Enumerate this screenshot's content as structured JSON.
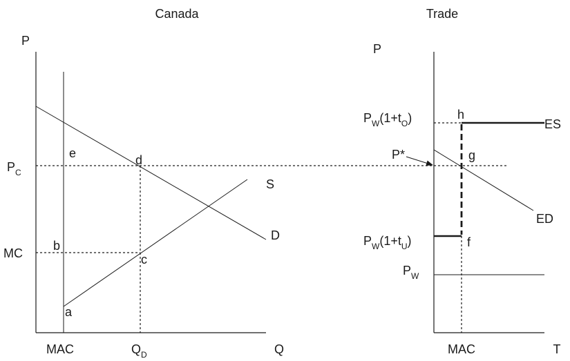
{
  "left_panel": {
    "title": "Canada",
    "y_axis": "P",
    "x_axis": "Q",
    "price_labels": {
      "pc_main": "P",
      "pc_sub": "C",
      "mc": "MC"
    },
    "qty_labels": {
      "mac": "MAC",
      "qd_main": "Q",
      "qd_sub": "D"
    },
    "curve_labels": {
      "supply": "S",
      "demand": "D"
    },
    "points": {
      "a": "a",
      "b": "b",
      "c": "c",
      "d": "d",
      "e": "e"
    }
  },
  "right_panel": {
    "title": "Trade",
    "y_axis": "P",
    "x_axis": "T",
    "price_labels": {
      "upper_p": "P",
      "upper_w": "W",
      "upper_open": "(1+t",
      "upper_t": "O",
      "upper_close": ")",
      "lower_p": "P",
      "lower_w": "W",
      "lower_open": "(1+t",
      "lower_t": "U",
      "lower_close": ")",
      "pw_main": "P",
      "pw_sub": "W",
      "pstar": "P*"
    },
    "qty_labels": {
      "mac": "MAC"
    },
    "curve_labels": {
      "excess_supply": "ES",
      "excess_demand": "ED"
    },
    "points": {
      "f": "f",
      "g": "g",
      "h": "h"
    }
  }
}
